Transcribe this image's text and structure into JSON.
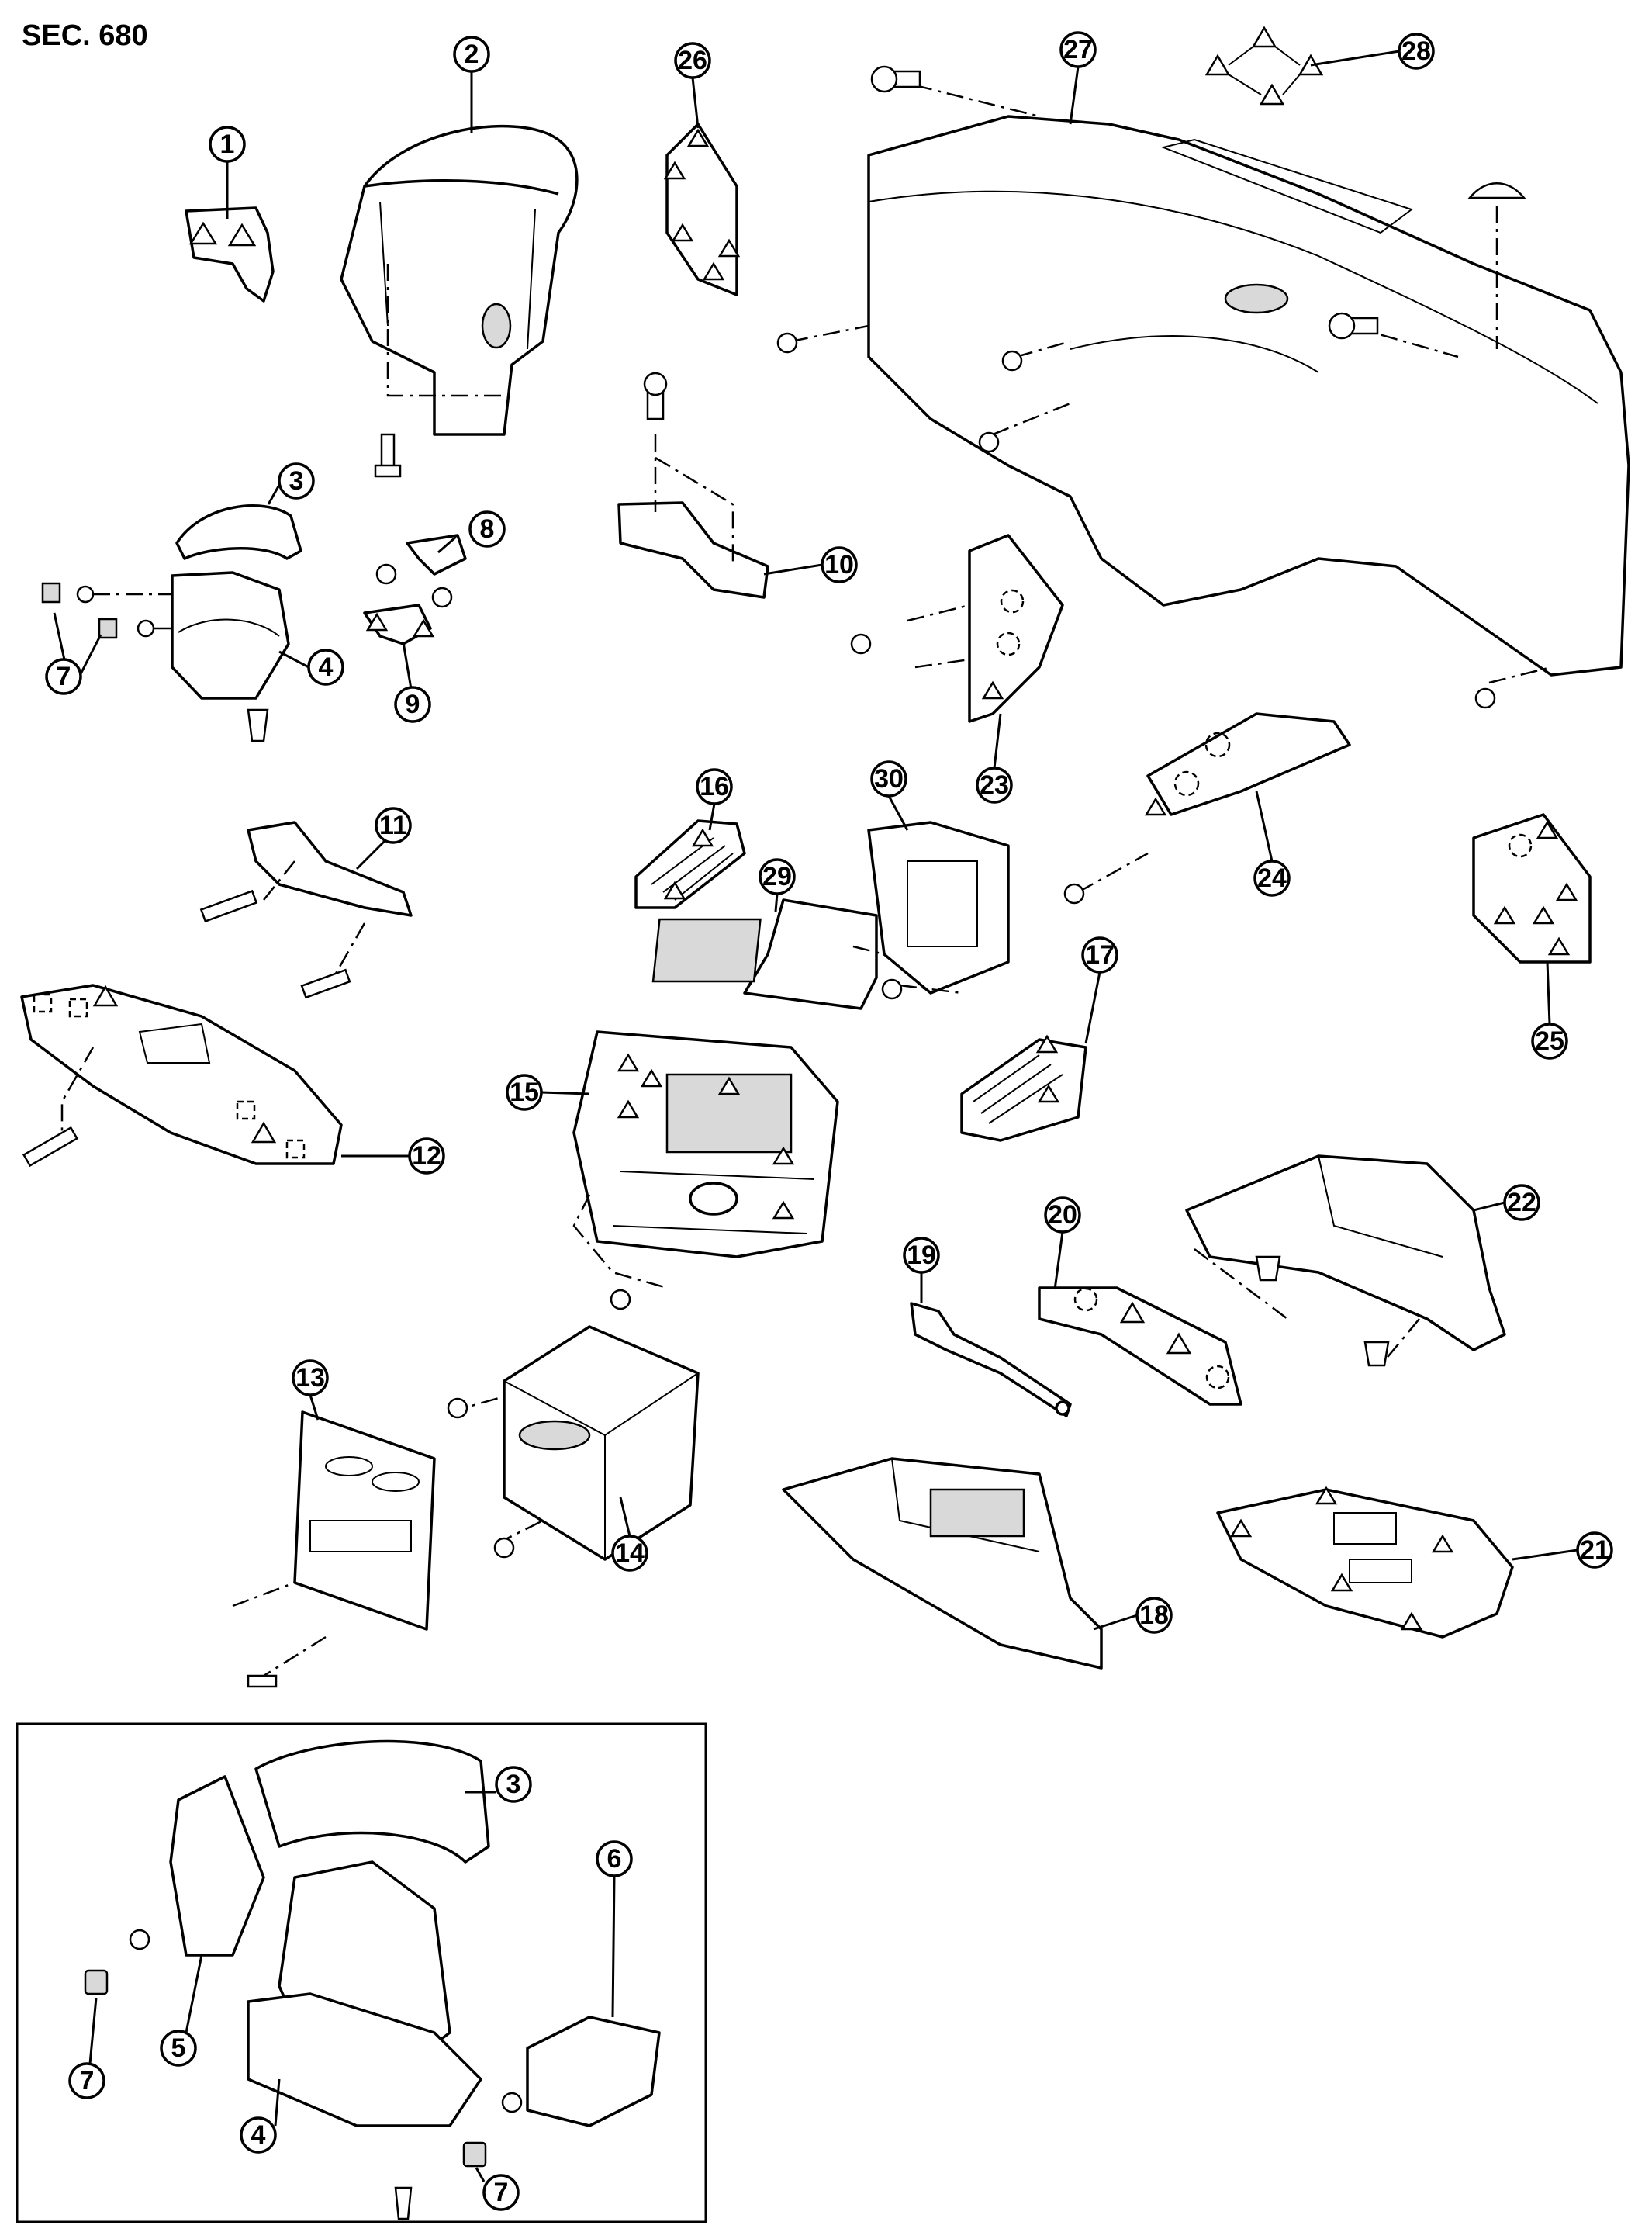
{
  "section_label": "SEC. 680",
  "callouts": [
    "1",
    "2",
    "3",
    "4",
    "5",
    "6",
    "7",
    "8",
    "9",
    "10",
    "11",
    "12",
    "13",
    "14",
    "15",
    "16",
    "17",
    "18",
    "19",
    "20",
    "21",
    "22",
    "23",
    "24",
    "25",
    "26",
    "27",
    "28",
    "29",
    "30"
  ]
}
